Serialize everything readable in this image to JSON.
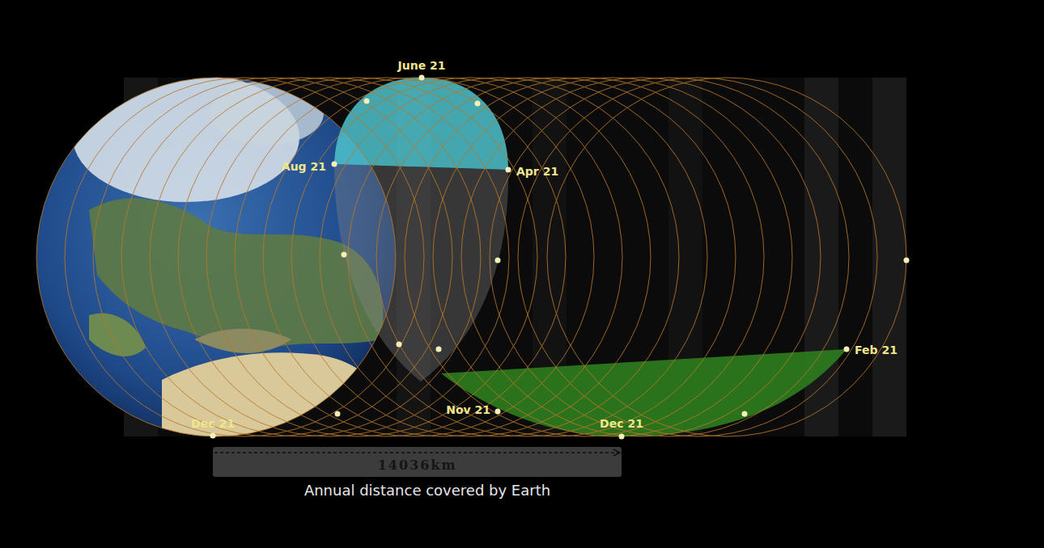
{
  "diagram": {
    "caption": "Annual distance covered by Earth",
    "nodes": [
      {
        "text": [
          "14036km"
        ]
      }
    ],
    "labels": [
      "June 21",
      "Aug 21",
      "Apr 21",
      "Feb 21",
      "Nov 21",
      "Dec 21",
      "Dec 21"
    ]
  }
}
